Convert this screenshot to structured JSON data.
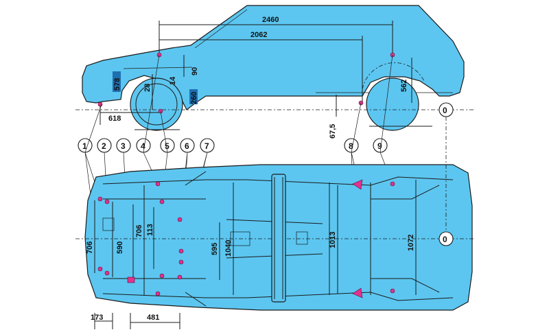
{
  "side_view": {
    "dimensions": {
      "d2460": "2460",
      "d2062": "2062",
      "d90": "90",
      "d28": "28",
      "d578": "578",
      "d260": "260",
      "d618": "618",
      "d562": "562",
      "d67_5": "67,5",
      "d14": "14"
    },
    "datum_marker": "0"
  },
  "callouts": [
    "1",
    "2",
    "3",
    "4",
    "5",
    "6",
    "7",
    "8",
    "9"
  ],
  "plan_view": {
    "dimensions": {
      "d706_left": "706",
      "d590": "590",
      "d706": "706",
      "d113": "113",
      "d595": "595",
      "d1040": "1040",
      "d1013": "1013",
      "d1072": "1072",
      "d173": "173",
      "d481": "481"
    },
    "datum_marker": "0"
  },
  "colors": {
    "body": "#5cc6f0",
    "control_point": "#e0338c",
    "highlight_box": "#1e6fb0"
  }
}
